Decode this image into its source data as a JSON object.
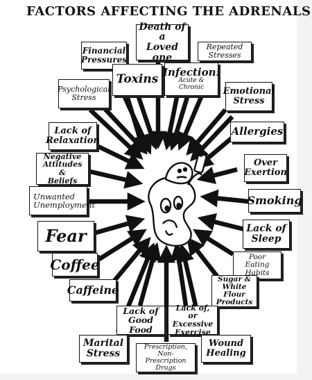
{
  "title": "FACTORS AFFECTING THE ADRENALS",
  "factors": {
    "death_loved_one": "Death of a\nLoved one",
    "financial_pressures": "Financial\nPressures",
    "repeated_stresses": "Repeated Stresses",
    "toxins": "Toxins",
    "infection_title": "Infection:",
    "infection_sub": "Acute & Chronic",
    "psychological_stress": "Psychological\nStress",
    "emotional_stress": "Emotional\nStress",
    "lack_relaxation": "Lack of\nRelaxation",
    "allergies": "Allergies",
    "negative_attitudes": "Negative\nAttitudes &\nBeliefs",
    "over_exertion": "Over\nExertion",
    "unwanted_unemployment": "Unwanted\nUnemployment",
    "smoking": "Smoking",
    "fear": "Fear",
    "lack_sleep": "Lack of\nSleep",
    "coffee": "Coffee",
    "poor_eating": "Poor Eating\nHabits",
    "caffeine": "Caffeine",
    "sugar_flour": "Sugar &\nWhite Flour\nProducts",
    "lack_good_food": "Lack of\nGood Food",
    "lack_excessive_exercise": "Lack of, or\nExcessive\nExercise",
    "marital_stress": "Marital\nStress",
    "prescription_drugs": "Prescription,\nNon-Prescription\nDrugs",
    "wound_healing": "Wound\nHealing"
  },
  "colors": {
    "ink": "#111111",
    "paper": "#ffffff"
  },
  "icons": {
    "center": "tired-adrenal-gland-character-icon"
  }
}
